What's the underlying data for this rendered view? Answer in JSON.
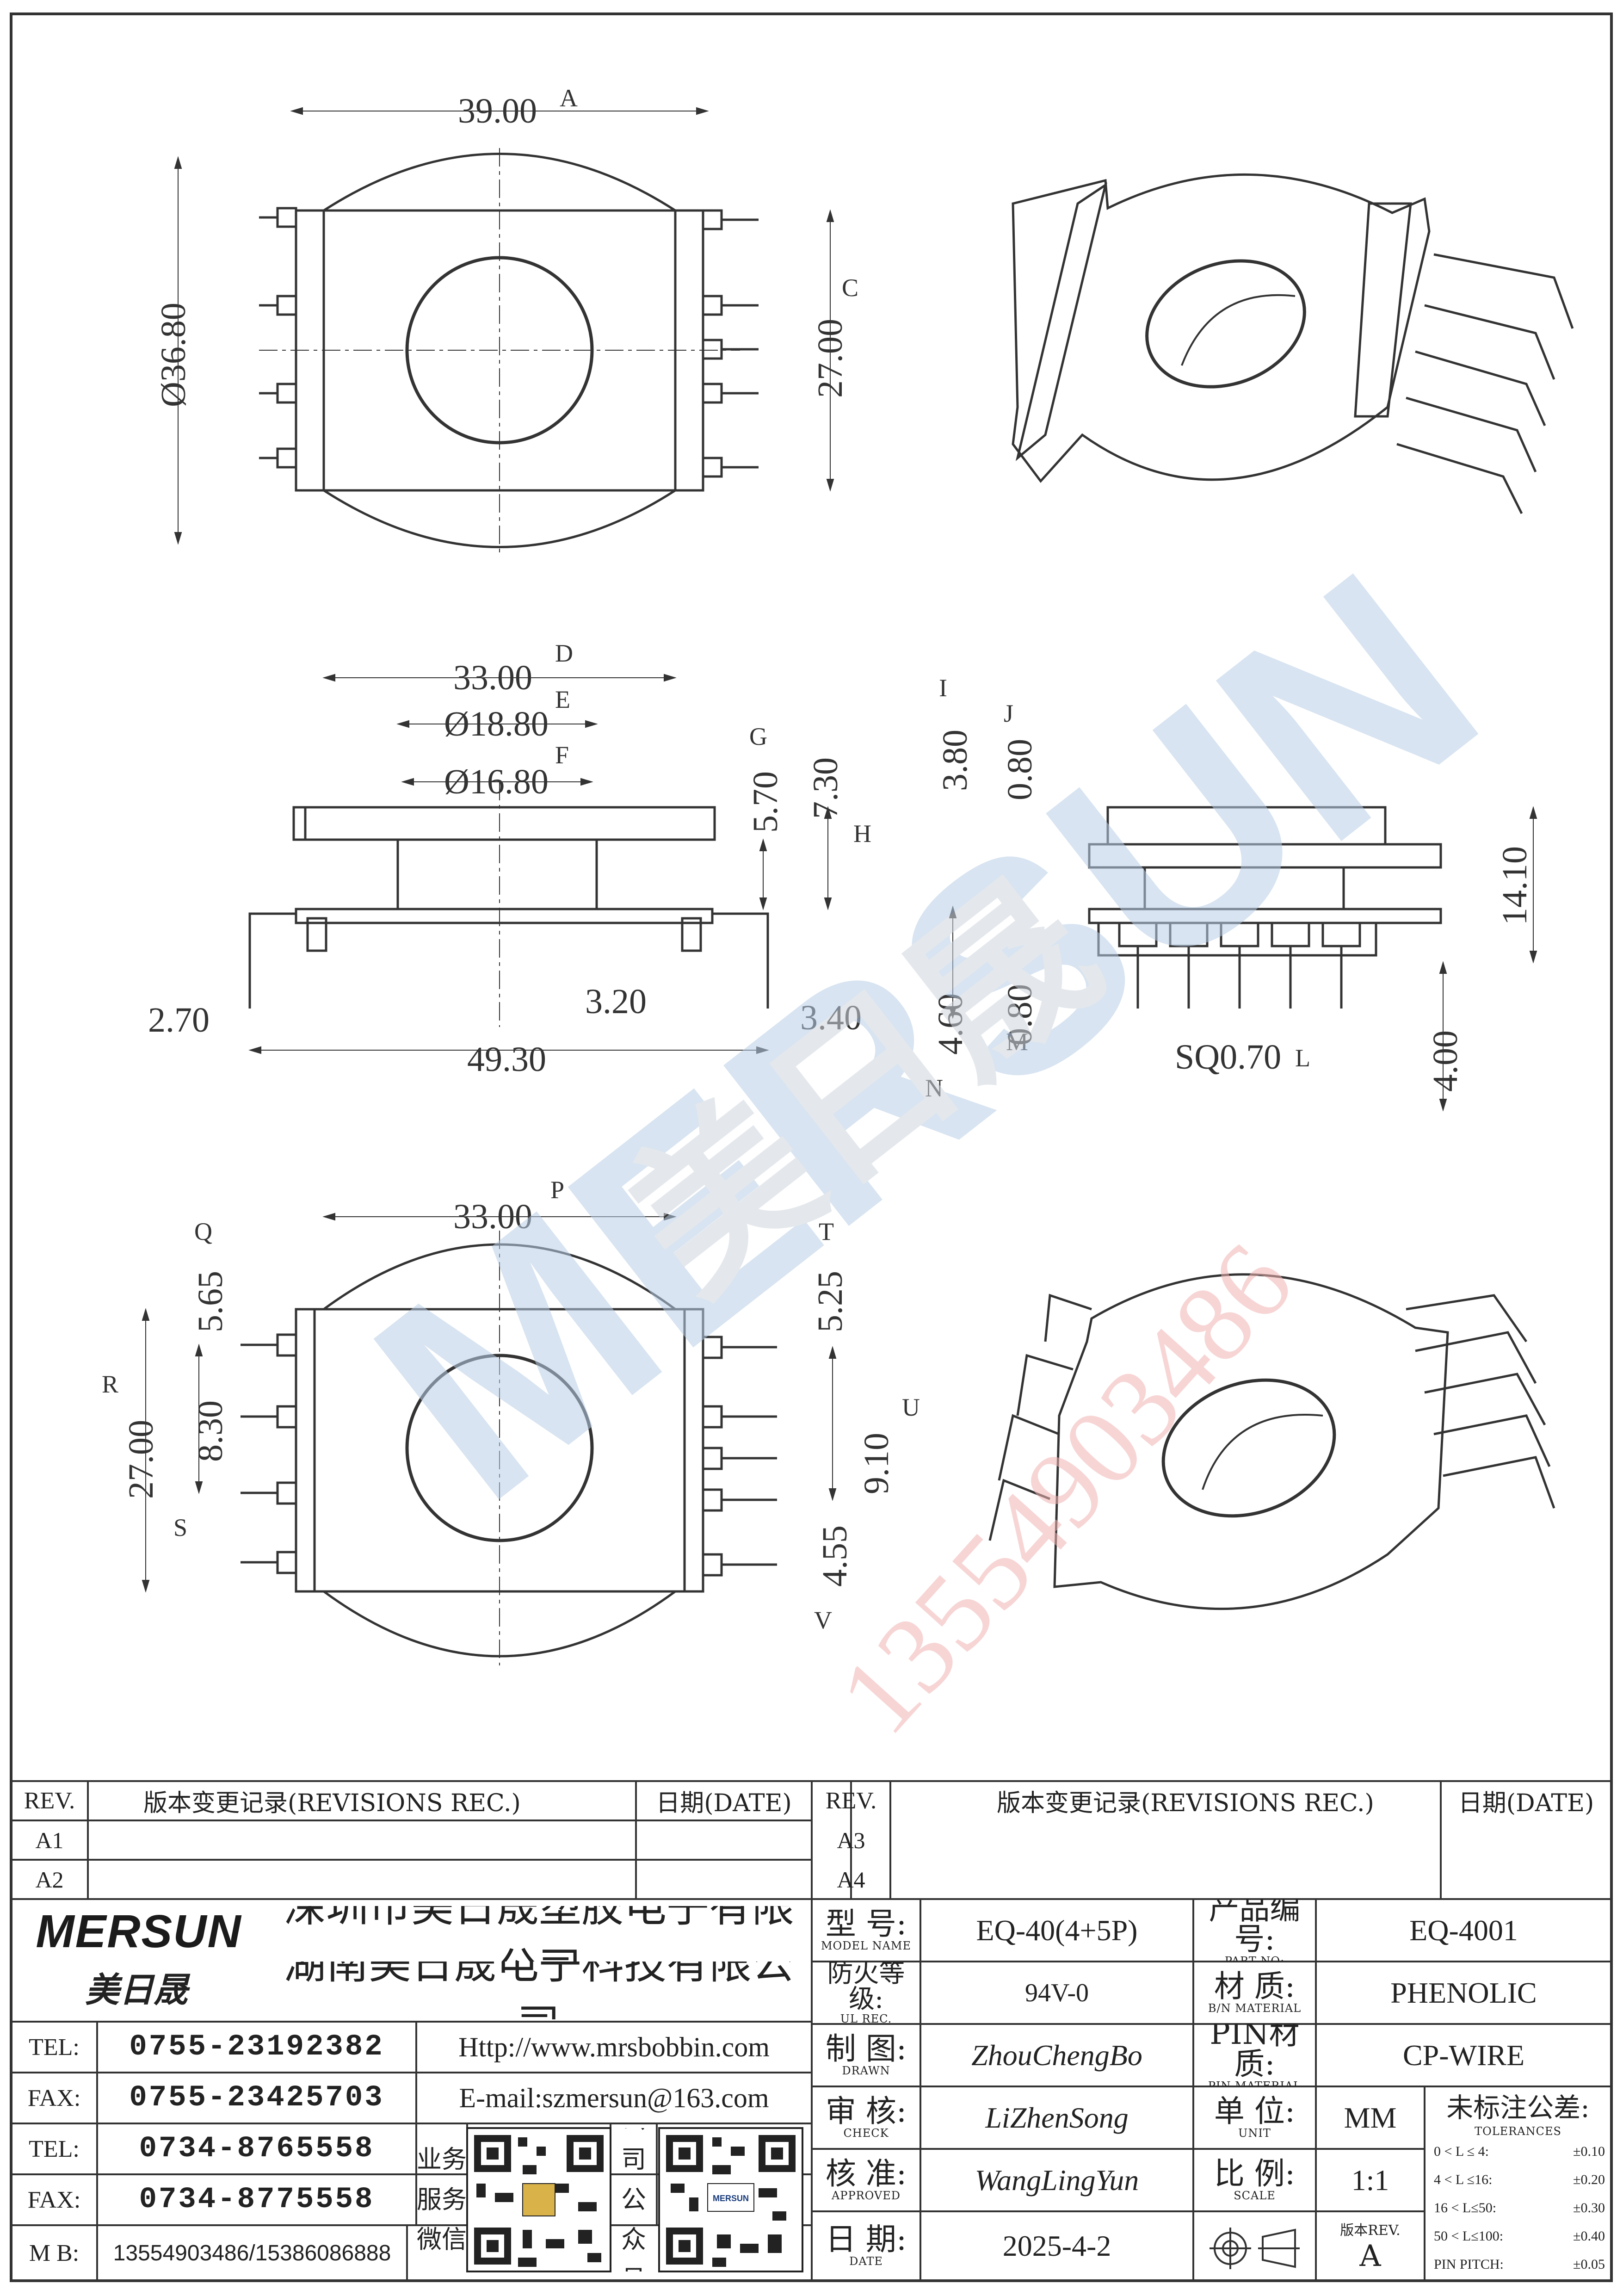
{
  "drawing": {
    "top_view": {
      "dims": [
        {
          "text": "39.00",
          "tag": "A"
        },
        {
          "text": "Ø36.80",
          "tag": ""
        },
        {
          "text": "27.00",
          "tag": "C"
        }
      ]
    },
    "side_view": {
      "dims": [
        {
          "text": "33.00",
          "tag": "D"
        },
        {
          "text": "Ø18.80",
          "tag": "E"
        },
        {
          "text": "Ø16.80",
          "tag": "F"
        },
        {
          "text": "5.70",
          "tag": "G"
        },
        {
          "text": "7.30",
          "tag": "H"
        },
        {
          "text": "2.70",
          "tag": ""
        },
        {
          "text": "3.20",
          "tag": ""
        },
        {
          "text": "3.40",
          "tag": ""
        },
        {
          "text": "49.30",
          "tag": ""
        }
      ]
    },
    "end_view": {
      "dims": [
        {
          "text": "3.80",
          "tag": "I"
        },
        {
          "text": "0.80",
          "tag": "J"
        },
        {
          "text": "14.10",
          "tag": ""
        },
        {
          "text": "4.60",
          "tag": "N"
        },
        {
          "text": "0.80",
          "tag": "M"
        },
        {
          "text": "SQ0.70",
          "tag": "L"
        },
        {
          "text": "4.00",
          "tag": ""
        }
      ]
    },
    "bottom_view": {
      "dims": [
        {
          "text": "33.00",
          "tag": "P"
        },
        {
          "text": "5.65",
          "tag": "Q"
        },
        {
          "text": "27.00",
          "tag": "R"
        },
        {
          "text": "8.30",
          "tag": "S"
        },
        {
          "text": "5.25",
          "tag": "T"
        },
        {
          "text": "9.10",
          "tag": "U"
        },
        {
          "text": "4.55",
          "tag": "V"
        }
      ]
    },
    "watermark": {
      "logo_text": "MERSUN",
      "chinese_mark": "美日晟",
      "phone": "13554903486"
    }
  },
  "revisions": {
    "left": {
      "header": {
        "rev": "REV.",
        "desc": "版本变更记录(REVISIONS REC.)",
        "date": "日期(DATE)"
      },
      "rows": [
        {
          "rev": "A1",
          "desc": "",
          "date": ""
        },
        {
          "rev": "A2",
          "desc": "",
          "date": ""
        }
      ]
    },
    "right": {
      "header": {
        "rev": "REV.",
        "desc": "版本变更记录(REVISIONS REC.)",
        "date": "日期(DATE)"
      },
      "rows": [
        {
          "rev": "A3",
          "desc": "",
          "date": ""
        },
        {
          "rev": "A4",
          "desc": "",
          "date": ""
        }
      ]
    }
  },
  "company": {
    "logo": "MERSUN",
    "logo_cn": "美日晟",
    "name_1": "深圳市美日晟塑胶电子有限公司",
    "name_2": "湖南美日晟电子科技有限公司",
    "contacts": [
      {
        "label": "TEL:",
        "value": "0755-23192382"
      },
      {
        "label": "FAX:",
        "value": "0755-23425703"
      },
      {
        "label": "TEL:",
        "value": "0734-8765558"
      },
      {
        "label": "FAX:",
        "value": "0734-8775558"
      },
      {
        "label": "M B:",
        "value": "13554903486/15386086888"
      }
    ],
    "website": "Http://www.mrsbobbin.com",
    "email": "E-mail:szmersun@163.com",
    "qr_label_1": [
      "业务",
      "服务",
      "微信"
    ],
    "qr_label_2": [
      "公司",
      "公众",
      "号"
    ],
    "qr_logo_text": "MERSUN"
  },
  "title_block": {
    "model": {
      "label": "型  号:",
      "sub": "MODEL NAME",
      "value": "EQ-40(4+5P)"
    },
    "part_no": {
      "label": "产品编号:",
      "sub": "PART NO:",
      "value": "EQ-4001"
    },
    "flammability": {
      "label": "防火等级:",
      "sub": "UL REC.",
      "value": "94V-0"
    },
    "material": {
      "label": "材  质:",
      "sub": "B/N MATERIAL",
      "value": "PHENOLIC"
    },
    "drawn": {
      "label": "制  图:",
      "sub": "DRAWN",
      "value": "ZhouChengBo"
    },
    "pin_material": {
      "label": "PIN材质:",
      "sub": "PIN MATERIAL",
      "value": "CP-WIRE"
    },
    "check": {
      "label": "审  核:",
      "sub": "CHECK",
      "value": "LiZhenSong"
    },
    "unit": {
      "label": "单  位:",
      "sub": "UNIT",
      "value": "MM"
    },
    "approved": {
      "label": "核  准:",
      "sub": "APPROVED",
      "value": "WangLingYun"
    },
    "scale": {
      "label": "比  例:",
      "sub": "SCALE",
      "value": "1:1"
    },
    "date": {
      "label": "日  期:",
      "sub": "DATE",
      "value": "2025-4-2"
    },
    "version": {
      "label": "版本REV.",
      "value": "A"
    },
    "tolerances": {
      "label": "未标注公差:",
      "sub": "TOLERANCES",
      "rows": [
        {
          "range": "0 < L ≤ 4:",
          "tol": "±0.10"
        },
        {
          "range": "4 < L ≤16:",
          "tol": "±0.20"
        },
        {
          "range": "16 < L≤50:",
          "tol": "±0.30"
        },
        {
          "range": "50 < L≤100:",
          "tol": "±0.40"
        },
        {
          "range": "PIN PITCH:",
          "tol": "±0.05"
        }
      ]
    }
  }
}
